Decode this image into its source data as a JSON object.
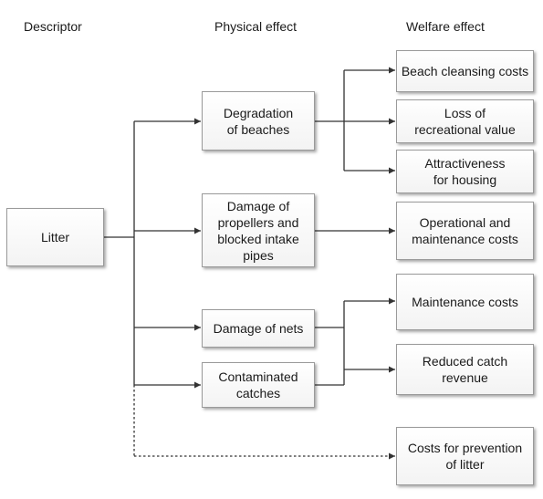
{
  "headers": {
    "descriptor": "Descriptor",
    "physical": "Physical effect",
    "welfare": "Welfare effect"
  },
  "nodes": {
    "litter": [
      "Litter"
    ],
    "degradation": [
      "Degradation",
      "of beaches"
    ],
    "damage_propellers": [
      "Damage of",
      "propellers and",
      "blocked intake",
      "pipes"
    ],
    "damage_nets": [
      "Damage of nets"
    ],
    "contaminated": [
      "Contaminated",
      "catches"
    ],
    "beach_cleansing": [
      "Beach cleansing costs"
    ],
    "loss_recreational": [
      "Loss of",
      "recreational value"
    ],
    "attractiveness": [
      "Attractiveness",
      "for housing"
    ],
    "operational": [
      "Operational and",
      "maintenance costs"
    ],
    "maintenance": [
      "Maintenance costs"
    ],
    "reduced_catch": [
      "Reduced catch",
      "revenue"
    ],
    "prevention": [
      "Costs for prevention",
      "of litter"
    ]
  }
}
